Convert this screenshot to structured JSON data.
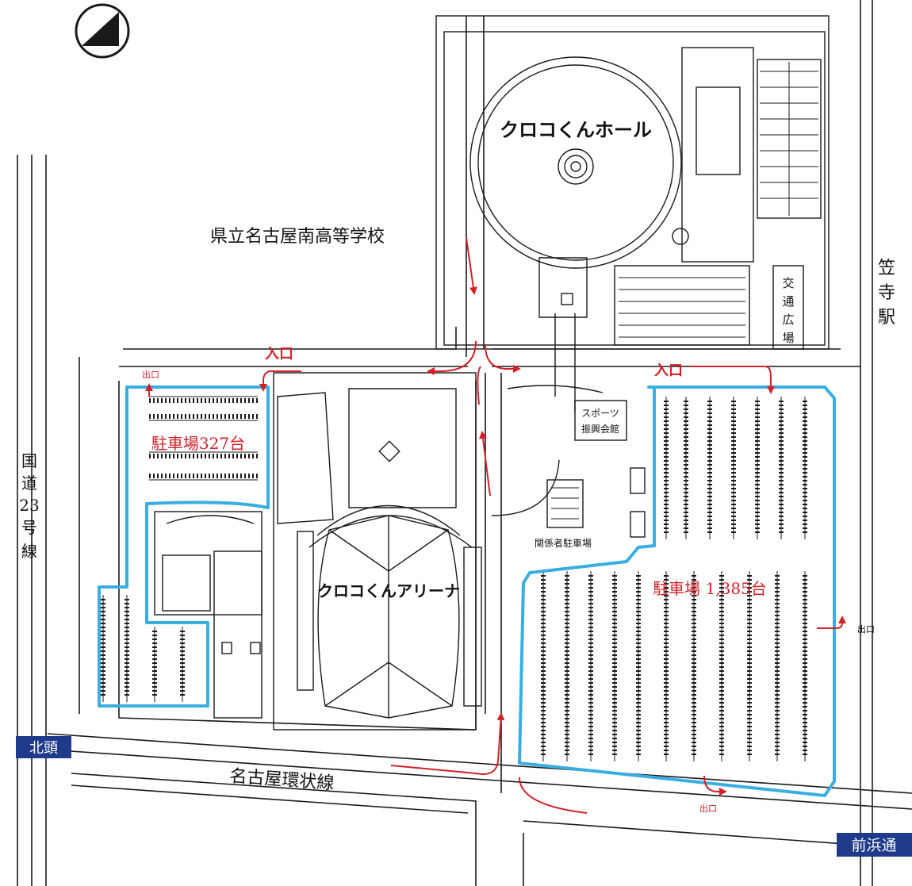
{
  "labels": {
    "hall": "クロコくんホール",
    "arena": "クロコくんアリーナ",
    "school": "県立名古屋南高等学校",
    "sports_hall_line1": "スポーツ",
    "sports_hall_line2": "振興会館",
    "staff_parking": "関係者駐車場",
    "transit_plaza": [
      "交",
      "通",
      "広",
      "場"
    ],
    "station": [
      "笠",
      "寺",
      "駅"
    ],
    "route23": [
      "国",
      "道",
      "23",
      "号",
      "線"
    ],
    "ring_road": "名古屋環状線"
  },
  "parking": {
    "west": "駐車場327台",
    "east": "駐車場 1,385台",
    "entrance": "入口",
    "exit": "出口"
  },
  "road_signs": {
    "north": "北頭",
    "south": "前浜通"
  },
  "colors": {
    "parking_outline": "#3aaee0",
    "route_arrow": "#d0222a",
    "sign_bg": "#1f3a8a",
    "ink": "#1a1a1a"
  },
  "icons": {
    "north_arrow": "north-arrow-icon"
  }
}
